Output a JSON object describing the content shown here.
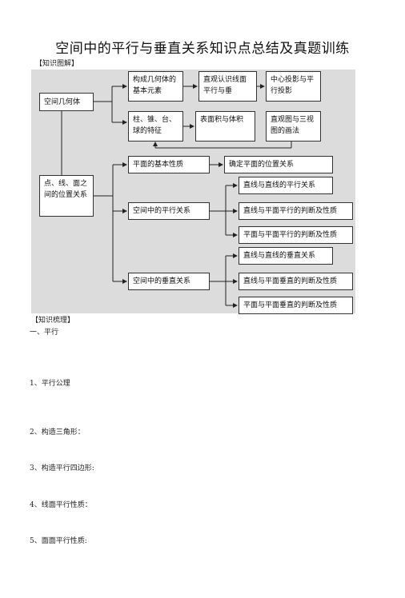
{
  "title": "空间中的平行与垂直关系知识点总结及真题训练",
  "section1_label": "【知识图解】",
  "section2_label": "【知识梳理】",
  "diagram": {
    "solid_geometry": "空间几何体",
    "basic_elements": "构成几何体的基本元素",
    "intuitive_perception": "直观认识线面平行与垂",
    "central_projection": "中心投影与平行投影",
    "prism_pyramid_sphere": "柱、锥、台、球的特征",
    "surface_volume": "表面积与体积",
    "three_view": "直观图与三视图的画法",
    "point_line_plane": "点、线、面之间的位置关系",
    "plane_basic_property": "平面的基本性质",
    "determine_plane": "确定平面的位置关系",
    "parallel_in_space": "空间中的平行关系",
    "line_line_parallel": "直线与直线的平行关系",
    "line_plane_parallel": "直线与平面平行的判断及性质",
    "plane_plane_parallel": "平面与平面平行的判断及性质",
    "perpendicular_in_space": "空间中的垂直关系",
    "line_line_perp": "直线与直线的垂直关系",
    "line_plane_perp": "直线与平面垂直的判断及性质",
    "plane_plane_perp": "平面与平面垂直的判断及性质"
  },
  "items": {
    "heading_parallel": "一、平行",
    "item1": "1、平行公理",
    "item2": "2、构造三角形：",
    "item3": "3、构造平行四边形:",
    "item4": "4、线面平行性质：",
    "item5": "5、面面平行性质:"
  }
}
